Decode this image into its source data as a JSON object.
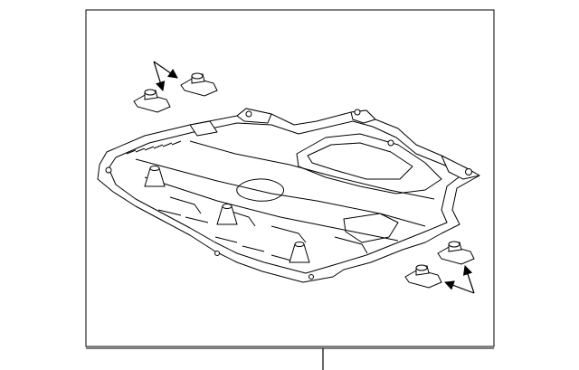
{
  "diagram": {
    "part": "engine-under-cover",
    "callouts": [
      "clip-nut-left-upper",
      "clip-nut-left-lower",
      "clip-nut-right-upper",
      "clip-nut-right-lower"
    ],
    "colors": {
      "line": "#000000",
      "background": "#ffffff"
    }
  }
}
